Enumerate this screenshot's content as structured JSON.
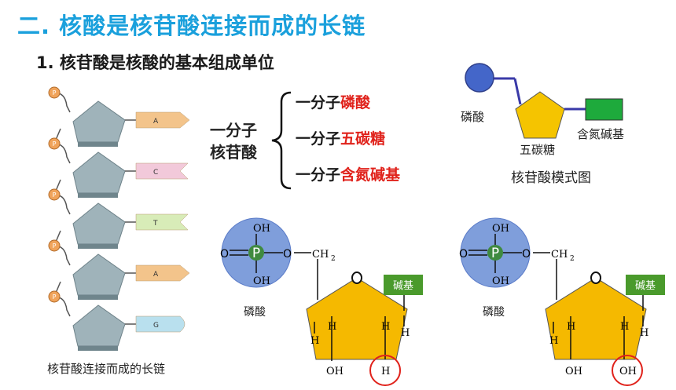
{
  "title": "二. 核酸是核苷酸连接而成的长链",
  "subtitle": "1. 核苷酸是核酸的基本组成单位",
  "composition": {
    "head_line1": "一分子",
    "head_line2": "核苷酸",
    "prefix": "一分子",
    "items": [
      "磷酸",
      "五碳糖",
      "含氮碱基"
    ]
  },
  "model": {
    "phosphate_label": "磷酸",
    "sugar_label": "五碳糖",
    "base_label": "含氮碱基",
    "caption": "核苷酸模式图",
    "colors": {
      "phosphate": "#4466c9",
      "sugar": "#f5c400",
      "base": "#1eaa3c"
    }
  },
  "chain": {
    "caption": "核苷酸连接而成的长链",
    "phosphate_symbol": "P",
    "bases": [
      "A",
      "C",
      "T",
      "A",
      "G"
    ]
  },
  "structures": [
    {
      "phosphate_label": "磷酸",
      "base_label": "碱基",
      "oh_top": "OH",
      "oh_bottom": "OH",
      "ch2": "CH",
      "ch2_sub": "2",
      "o_left": "O",
      "o_link": "O",
      "ring_o": "O",
      "p": "P",
      "h_labels": [
        "H",
        "H",
        "H",
        "H"
      ],
      "bottom_left": "OH",
      "bottom_right": "H"
    },
    {
      "phosphate_label": "磷酸",
      "base_label": "碱基",
      "oh_top": "OH",
      "oh_bottom": "OH",
      "ch2": "CH",
      "ch2_sub": "2",
      "o_left": "O",
      "o_link": "O",
      "ring_o": "O",
      "p": "P",
      "h_labels": [
        "H",
        "H",
        "H",
        "H"
      ],
      "bottom_left": "OH",
      "bottom_right": "OH"
    }
  ]
}
